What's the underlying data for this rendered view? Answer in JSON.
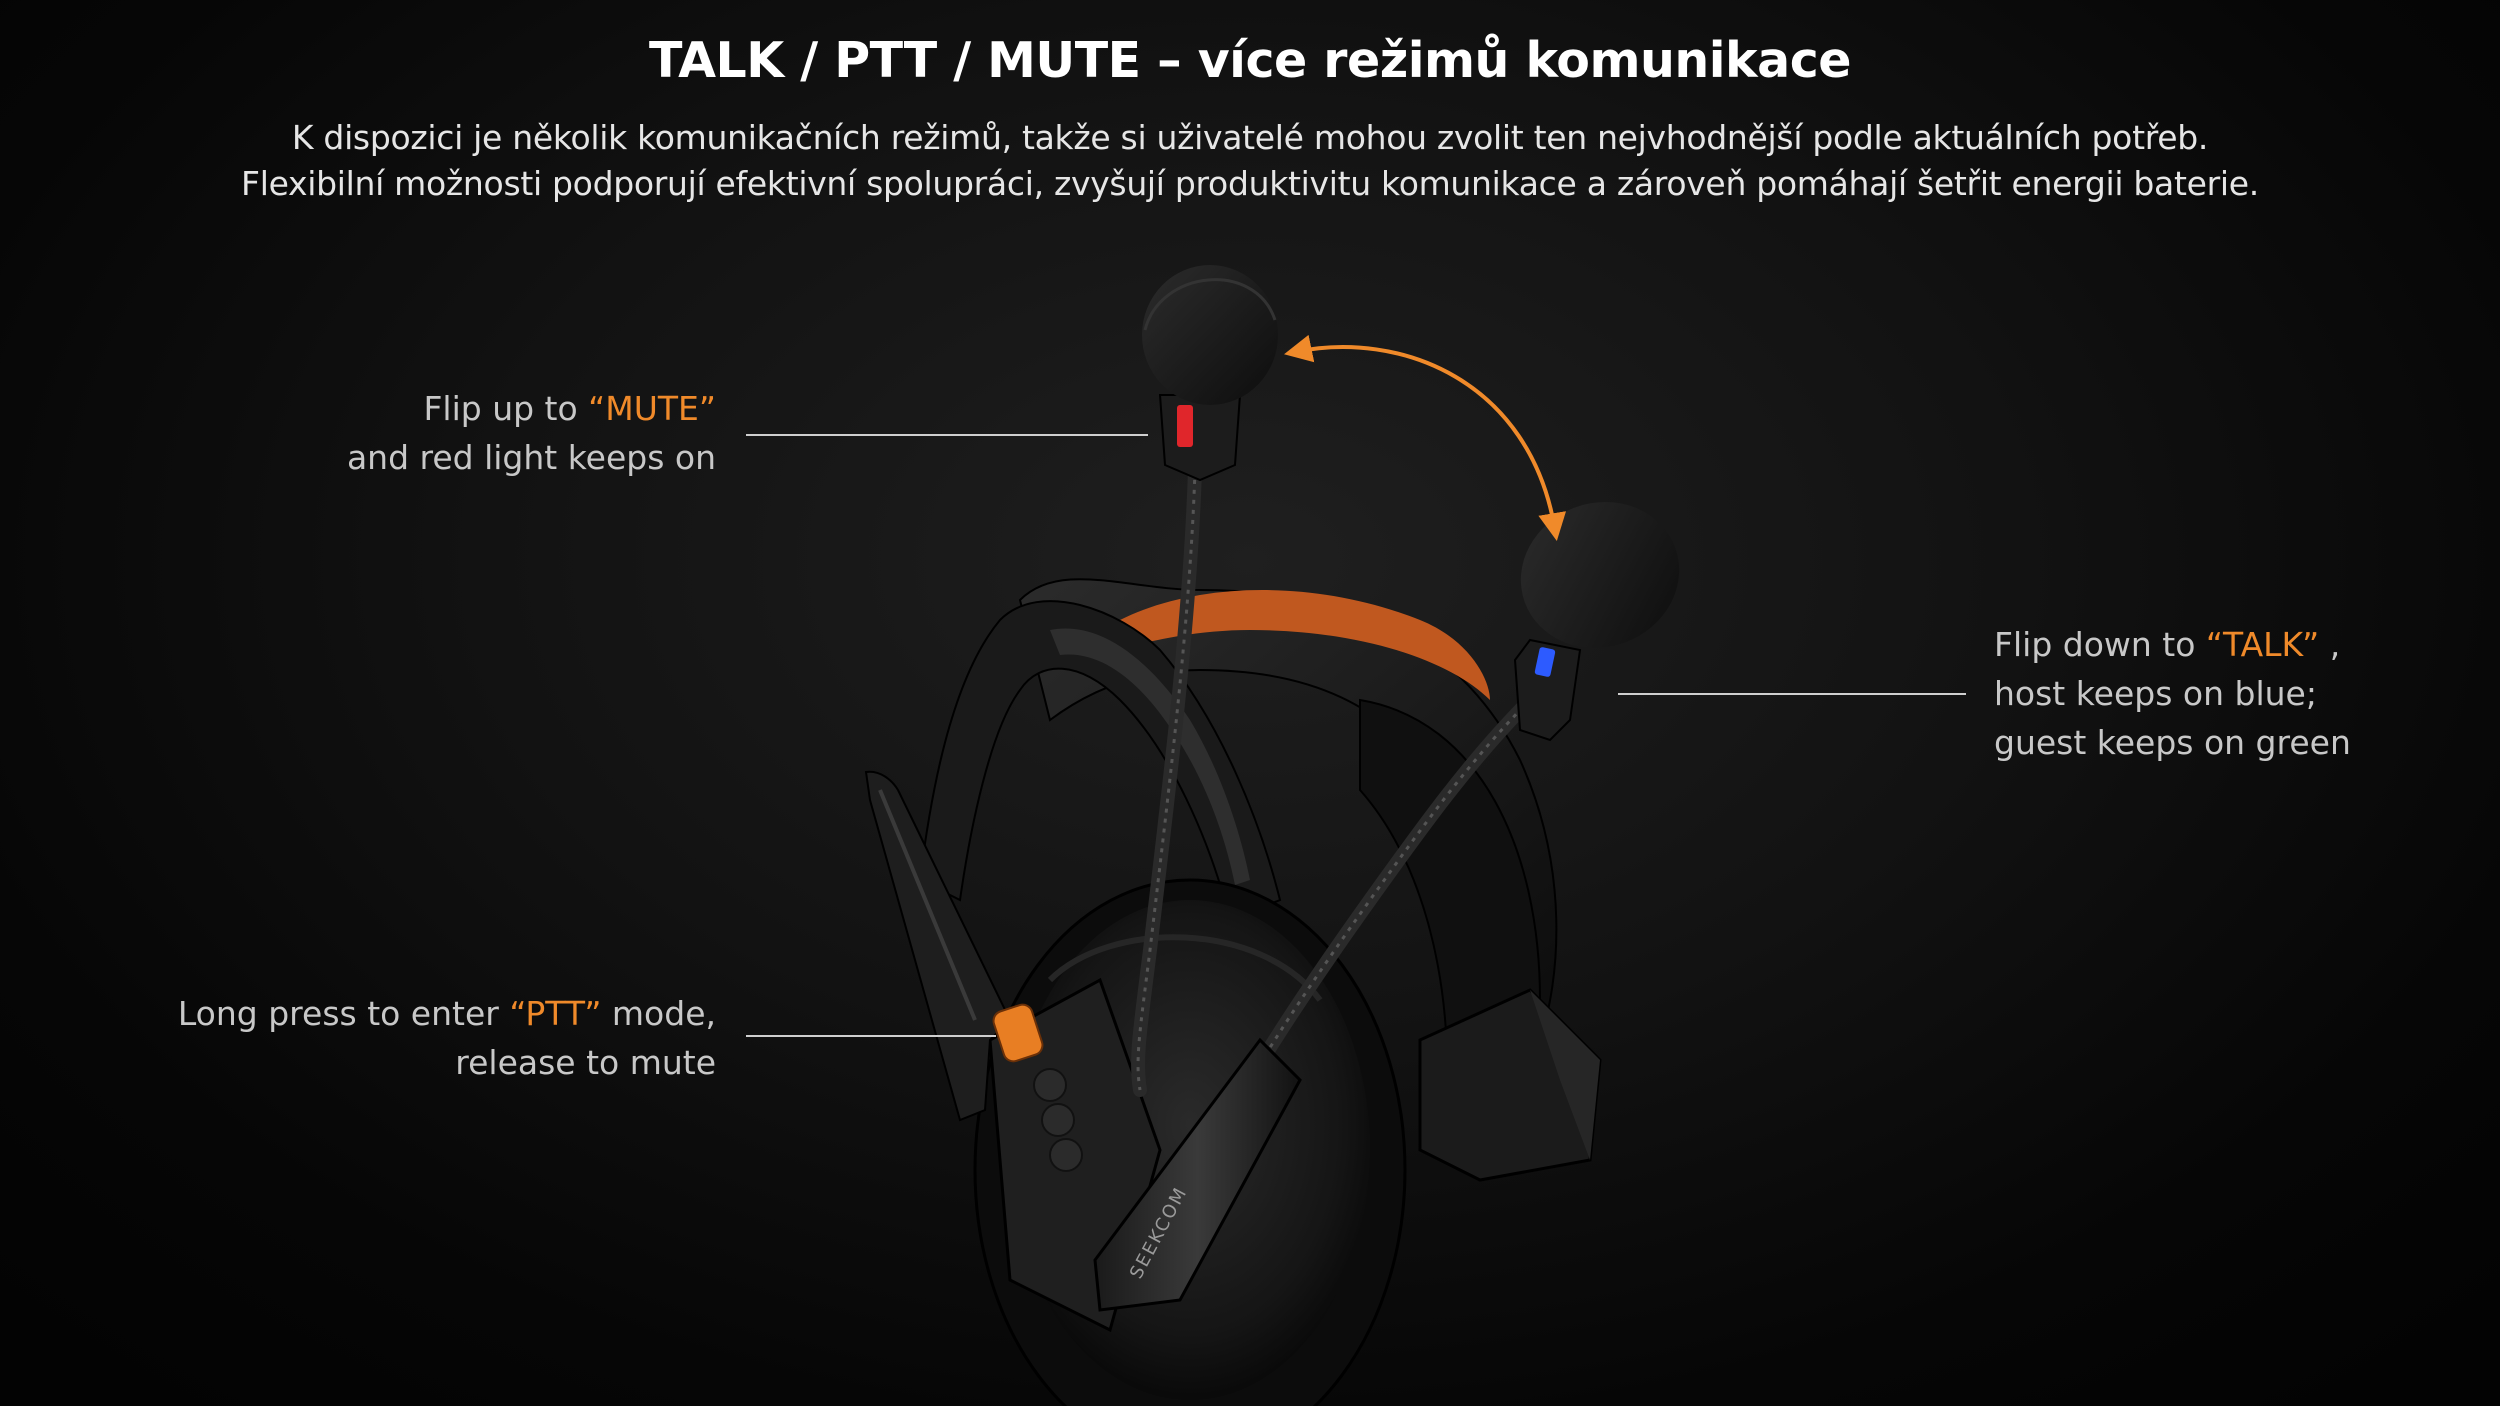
{
  "heading": {
    "title": "TALK / PTT / MUTE – více režimů komunikace",
    "line1": "K dispozici je několik komunikačních režimů, takže si uživatelé mohou zvolit ten nejvhodnější podle aktuálních potřeb.",
    "line2": "Flexibilní možnosti podporují efektivní spolupráci, zvyšují produktivitu komunikace a zároveň pomáhají šetřit energii baterie."
  },
  "callouts": {
    "mute": {
      "line1_prefix": "Flip up to ",
      "line1_highlight": "“MUTE”",
      "line2": "and red light keeps on"
    },
    "talk": {
      "line1_prefix": "Flip down to ",
      "line1_highlight": "“TALK”",
      "line1_suffix": " ,",
      "line2": "host keeps on blue;",
      "line3": "guest keeps on green"
    },
    "ptt": {
      "line1_prefix": "Long press to enter ",
      "line1_highlight": "“PTT”",
      "line1_suffix": " mode,",
      "line2": "release to mute"
    }
  },
  "product": {
    "brand_label": "SEEKCOM"
  },
  "colors": {
    "accent_orange": "#f08a2a",
    "mute_light_red": "#e0262b",
    "talk_light_blue": "#2d5bff",
    "background": "#0a0a0a"
  },
  "icons": {
    "mode_arrow": "curved-double-arrow-icon",
    "ptt_button": "ptt-button-icon"
  }
}
